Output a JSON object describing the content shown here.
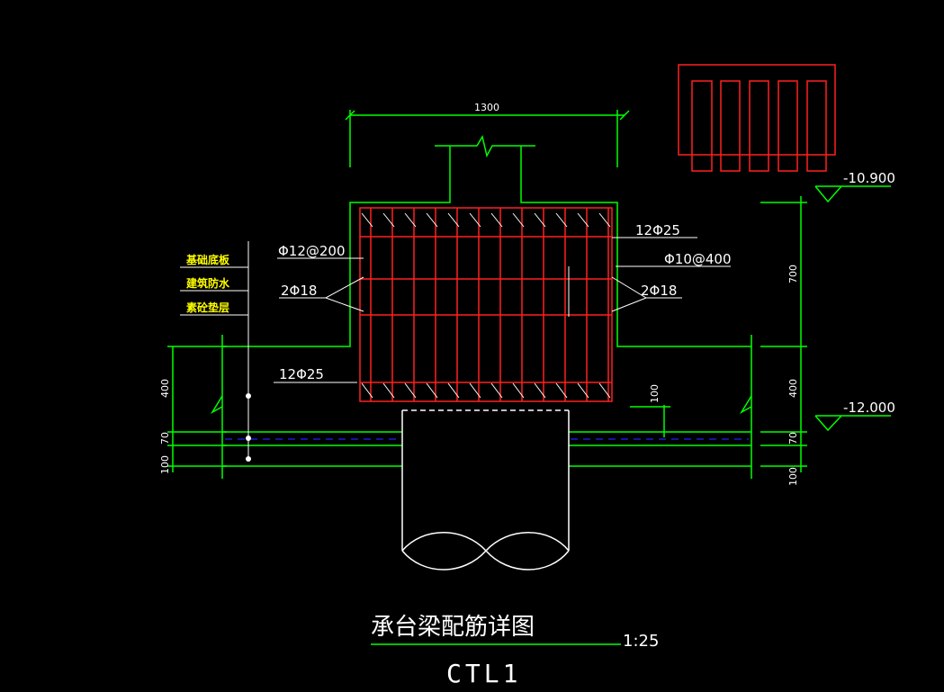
{
  "colors": {
    "background": "#000000",
    "outline": "#00ff00",
    "rebar": "#ff2020",
    "text": "#ffffff",
    "layer_text": "#ffff00",
    "water_line": "#0000ff"
  },
  "dimensions": {
    "width": "1300",
    "height_700": "700",
    "height_400_right": "400",
    "height_70_right": "70",
    "height_100_right": "100",
    "height_400_left": "400",
    "height_70_left": "70",
    "height_100_left": "100",
    "pile_embed": "100"
  },
  "elevations": {
    "top": "-10.900",
    "bottom": "-12.000"
  },
  "rebar_labels": {
    "top_bars": "12Φ25",
    "stirrups": "Φ12@200",
    "tie_bars": "Φ10@400",
    "side_left": "2Φ18",
    "side_right": "2Φ18",
    "bottom_bars": "12Φ25"
  },
  "layers": [
    "基础底板",
    "建筑防水",
    "素砼垫层"
  ],
  "title": "承台梁配筋详图",
  "scale": "1:25",
  "code": "CTL1"
}
